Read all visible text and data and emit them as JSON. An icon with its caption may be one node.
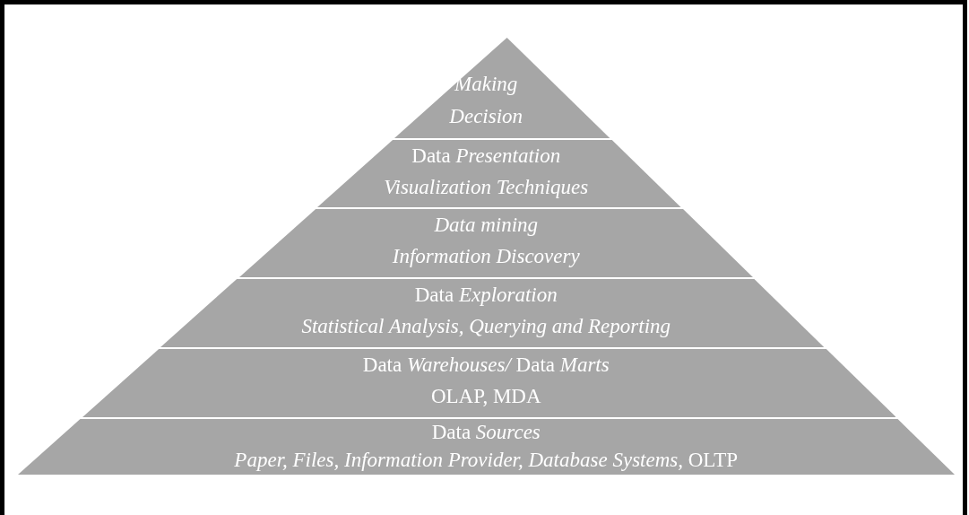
{
  "diagram": {
    "nodes": [
      {
        "text": [
          "Making Decision"
        ]
      },
      {
        "text": [
          "Data *Presentation*",
          "Visualization Techniques"
        ]
      },
      {
        "text": [
          "Data mining",
          "Information Discovery"
        ]
      },
      {
        "text": [
          "Data *Exploration*",
          "Statistical Analysis, Querying and Reporting"
        ]
      },
      {
        "text": [
          "Data *Warehouses/* Data *Marts*",
          "OLAP, MDA"
        ]
      },
      {
        "text": [
          "Data *Sources*",
          "*Paper, Files, Information Provider, Database Systems,* OLTP"
        ]
      }
    ]
  }
}
